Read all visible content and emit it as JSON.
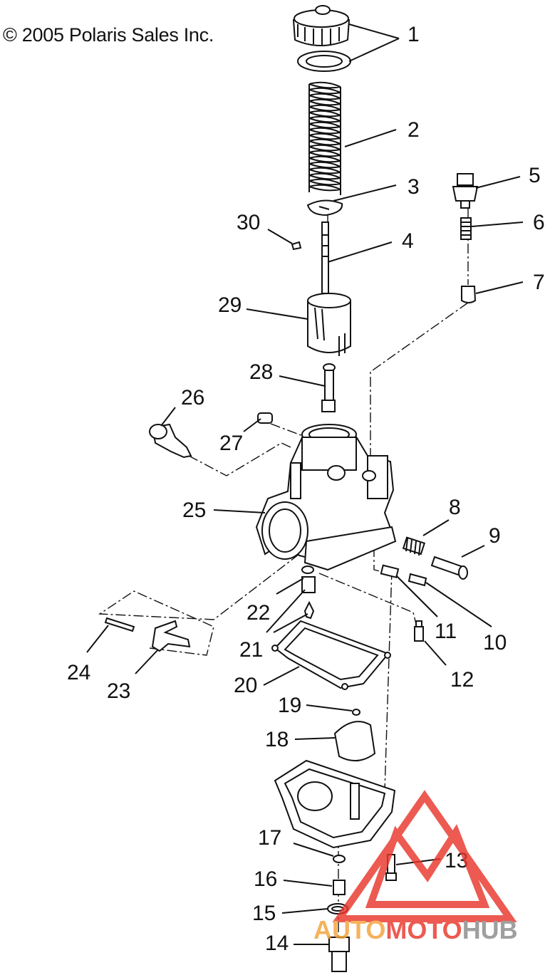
{
  "copyright": "© 2005 Polaris Sales Inc.",
  "callouts": [
    "1",
    "2",
    "3",
    "4",
    "5",
    "6",
    "7",
    "8",
    "9",
    "10",
    "11",
    "12",
    "13",
    "14",
    "15",
    "16",
    "17",
    "18",
    "19",
    "20",
    "21",
    "22",
    "23",
    "24",
    "25",
    "26",
    "27",
    "28",
    "29",
    "30"
  ],
  "watermark": {
    "part1": "AUTO",
    "part2": "MOTO",
    "part3": "HUB",
    "color_red": "#e8362c",
    "color_orange": "#f4a23a",
    "color_gray": "#8a8a8a"
  }
}
